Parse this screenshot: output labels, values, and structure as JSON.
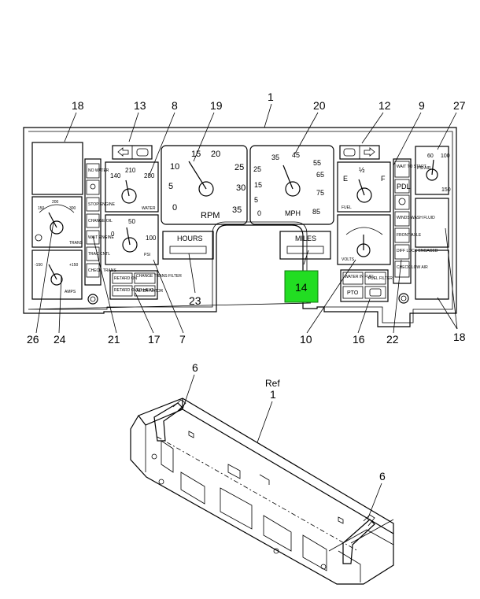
{
  "callouts": {
    "c1": "1",
    "c18_top": "18",
    "c13": "13",
    "c8": "8",
    "c19": "19",
    "c20": "20",
    "c12": "12",
    "c9": "9",
    "c27": "27",
    "c26": "26",
    "c24": "24",
    "c21": "21",
    "c17": "17",
    "c7": "7",
    "c23": "23",
    "c14": "14",
    "c10": "10",
    "c16": "16",
    "c22": "22",
    "c18_bottom": "18",
    "c6_left": "6",
    "c6_right": "6",
    "ref": "Ref",
    "ref_num": "1"
  },
  "tach": {
    "label": "RPM",
    "ticks": [
      "0",
      "5",
      "10",
      "15",
      "20",
      "25",
      "30",
      "35"
    ]
  },
  "speedo": {
    "label": "MPH",
    "ticks": [
      "0",
      "5",
      "15",
      "25",
      "35",
      "45",
      "55",
      "65",
      "75",
      "85"
    ]
  },
  "water_gauge": {
    "label": "WATER",
    "ticks": [
      "140",
      "210",
      "280"
    ]
  },
  "oil_gauge": {
    "label": "PSI",
    "ticks": [
      "0",
      "50",
      "100"
    ]
  },
  "fuel_gauge": {
    "label": "FUEL",
    "ticks": [
      "E",
      "½",
      "F"
    ]
  },
  "volts_gauge": {
    "label": "VOLTS"
  },
  "amps_gauge": {
    "label": "AMPS",
    "ticks": [
      "-150",
      "+150"
    ]
  },
  "air_gauge": {
    "label": "PSI AIR",
    "ticks": [
      "60",
      "100",
      "150"
    ]
  },
  "hours_display": {
    "label": "HOURS"
  },
  "miles_display": {
    "label": "MILES"
  },
  "warning_left": [
    "NO WATER",
    "",
    "STOP ENGINE",
    "CHANGE OIL",
    "WAIT ENGINE",
    "TRAC CNTL",
    "CHECK TRANS"
  ],
  "warning_right": [
    "WAIT TO START",
    "PDL",
    "",
    "WINDS WASH FLUID",
    "FRONT AXLE",
    "DIFF LOCK ENGAGED",
    "CHECK LOW AIR"
  ],
  "trans_lights": [
    "RETARD ON",
    "CHANGE TRANS FILTER",
    "RETARD OVER HEAT",
    "ALTER NATOR"
  ],
  "fuel_lights": [
    "WATER IN FUEL",
    "FUEL FILTER",
    "PTO"
  ],
  "colors": {
    "highlight": "#22dd22",
    "highlight_border": "#117711"
  }
}
